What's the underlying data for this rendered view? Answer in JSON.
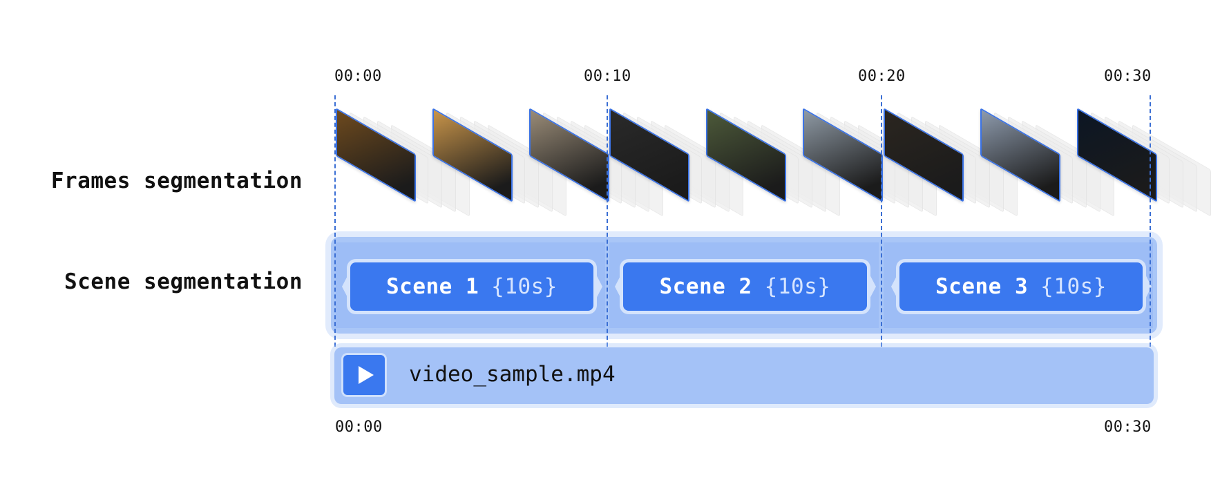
{
  "time_axis": {
    "top_ticks": [
      "00:00",
      "00:10",
      "00:20",
      "00:30"
    ],
    "bottom_ticks": [
      "00:00",
      "00:30"
    ]
  },
  "rows": {
    "frames_label": "Frames segmentation",
    "scenes_label": "Scene segmentation"
  },
  "frame_groups": [
    {
      "frames": [
        {
          "tone": "#6e4a1e"
        },
        {
          "tone": "#c9954a"
        },
        {
          "tone": "#9a8c78"
        }
      ]
    },
    {
      "frames": [
        {
          "tone": "#2a2a2a"
        },
        {
          "tone": "#4d5a3a"
        },
        {
          "tone": "#8f9aa5"
        }
      ]
    },
    {
      "frames": [
        {
          "tone": "#2b2620"
        },
        {
          "tone": "#8e9bad"
        },
        {
          "tone": "#0c1624"
        }
      ]
    }
  ],
  "scenes": [
    {
      "label": "Scene 1",
      "duration": "{10s}"
    },
    {
      "label": "Scene 2",
      "duration": "{10s}"
    },
    {
      "label": "Scene 3",
      "duration": "{10s}"
    }
  ],
  "video": {
    "file_name": "video_sample.mp4"
  },
  "colors": {
    "accent": "#3a78ef",
    "track": "#a9c6f7",
    "divider": "#3b6fd4"
  }
}
